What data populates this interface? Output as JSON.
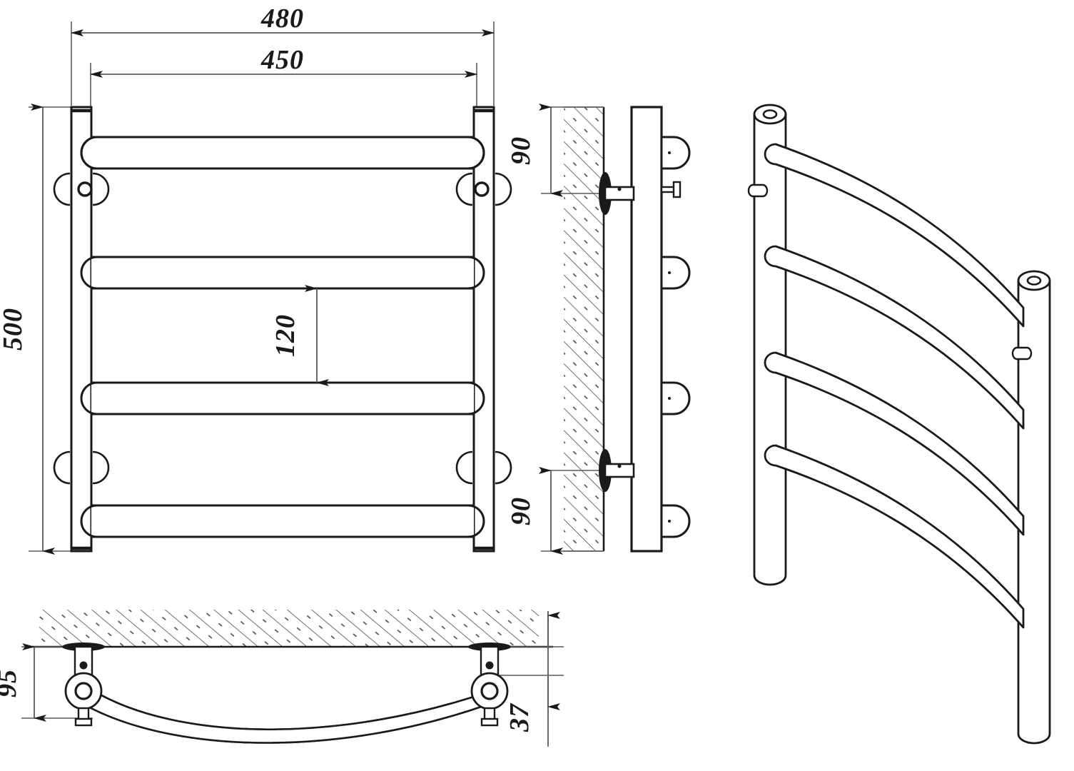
{
  "drawing": {
    "title": "Heated towel rail technical drawing",
    "units": "mm",
    "line_color": "#1a1a1a",
    "dim_line_color": "#5a5a5a",
    "background": "#ffffff",
    "hatch_color": "#4a4a4a"
  },
  "views": {
    "front": {
      "name": "front-elevation-view",
      "rail_count": 4,
      "post_count": 2,
      "bracket_count": 4
    },
    "side": {
      "name": "side-section-view",
      "wall": "hatched-wall-section",
      "stub_count": 4,
      "bracket_count": 2
    },
    "plan": {
      "name": "bottom-plan-view",
      "wall": "hatched-wall-section",
      "bracket_count": 2
    },
    "iso": {
      "name": "isometric-3d-view",
      "rail_count": 4,
      "post_count": 2
    }
  },
  "dimensions": {
    "overall_width": "480",
    "inner_width": "450",
    "overall_height": "500",
    "rail_spacing": "120",
    "mount_top_offset": "90",
    "mount_bottom_offset": "90",
    "wall_to_rail_depth": "95",
    "rail_projection": "37"
  },
  "labels": [
    {
      "id": "dim-480",
      "text": "480",
      "orientation": "horizontal"
    },
    {
      "id": "dim-450",
      "text": "450",
      "orientation": "horizontal"
    },
    {
      "id": "dim-500",
      "text": "500",
      "orientation": "vertical"
    },
    {
      "id": "dim-120",
      "text": "120",
      "orientation": "vertical"
    },
    {
      "id": "dim-90-top",
      "text": "90",
      "orientation": "vertical"
    },
    {
      "id": "dim-90-bottom",
      "text": "90",
      "orientation": "vertical"
    },
    {
      "id": "dim-95",
      "text": "95",
      "orientation": "vertical"
    },
    {
      "id": "dim-37",
      "text": "37",
      "orientation": "vertical"
    }
  ]
}
